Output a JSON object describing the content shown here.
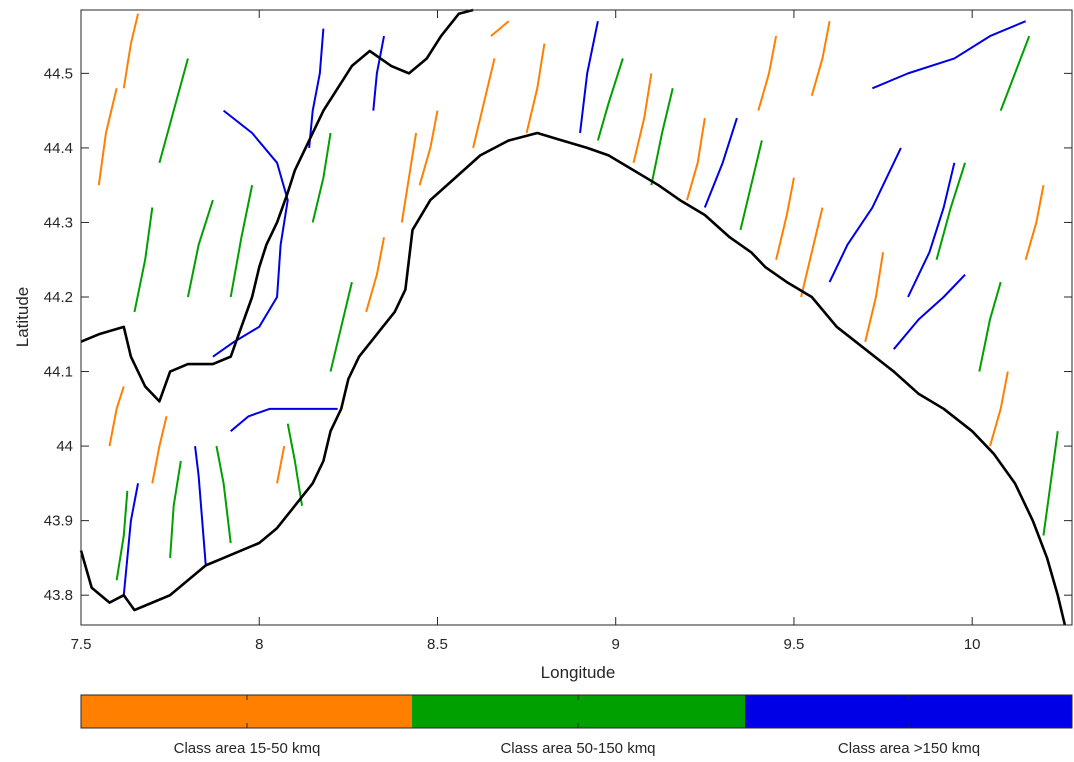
{
  "axes": {
    "xlabel": "Longitude",
    "ylabel": "Latitude",
    "xlim": [
      7.5,
      10.28
    ],
    "ylim": [
      43.76,
      44.585
    ],
    "xticks": [
      7.5,
      8,
      8.5,
      9,
      9.5,
      10
    ],
    "yticks": [
      43.8,
      43.9,
      44,
      44.1,
      44.2,
      44.3,
      44.4,
      44.5
    ],
    "xtick_labels": [
      "7.5",
      "8",
      "8.5",
      "9",
      "9.5",
      "10"
    ],
    "ytick_labels": [
      "43.8",
      "43.9",
      "44",
      "44.1",
      "44.2",
      "44.3",
      "44.4",
      "44.5"
    ],
    "grid": false
  },
  "colors": {
    "class_15_50": "#ff8000",
    "class_50_150": "#00a000",
    "class_gt150": "#0000e6",
    "boundary": "#000000"
  },
  "legend": {
    "placement": "bottom colorbar",
    "items": [
      {
        "label": "Class area 15-50 kmq",
        "color": "#ff8000"
      },
      {
        "label": "Class area 50-150 kmq",
        "color": "#00a000"
      },
      {
        "label": "Class area >150 kmq",
        "color": "#0000e6"
      }
    ]
  },
  "map_data": {
    "coastline": [
      [
        7.5,
        43.86
      ],
      [
        7.53,
        43.81
      ],
      [
        7.58,
        43.79
      ],
      [
        7.62,
        43.8
      ],
      [
        7.65,
        43.78
      ],
      [
        7.7,
        43.79
      ],
      [
        7.75,
        43.8
      ],
      [
        7.8,
        43.82
      ],
      [
        7.85,
        43.84
      ],
      [
        7.9,
        43.85
      ],
      [
        7.95,
        43.86
      ],
      [
        8.0,
        43.87
      ],
      [
        8.05,
        43.89
      ],
      [
        8.1,
        43.92
      ],
      [
        8.15,
        43.95
      ],
      [
        8.18,
        43.98
      ],
      [
        8.2,
        44.02
      ],
      [
        8.23,
        44.05
      ],
      [
        8.25,
        44.09
      ],
      [
        8.28,
        44.12
      ],
      [
        8.33,
        44.15
      ],
      [
        8.38,
        44.18
      ],
      [
        8.41,
        44.21
      ],
      [
        8.42,
        44.25
      ],
      [
        8.43,
        44.29
      ],
      [
        8.48,
        44.33
      ],
      [
        8.55,
        44.36
      ],
      [
        8.62,
        44.39
      ],
      [
        8.7,
        44.41
      ],
      [
        8.78,
        44.42
      ],
      [
        8.85,
        44.41
      ],
      [
        8.92,
        44.4
      ],
      [
        8.98,
        44.39
      ],
      [
        9.05,
        44.37
      ],
      [
        9.12,
        44.35
      ],
      [
        9.18,
        44.33
      ],
      [
        9.25,
        44.31
      ],
      [
        9.32,
        44.28
      ],
      [
        9.38,
        44.26
      ],
      [
        9.42,
        44.24
      ],
      [
        9.48,
        44.22
      ],
      [
        9.55,
        44.2
      ],
      [
        9.62,
        44.16
      ],
      [
        9.7,
        44.13
      ],
      [
        9.78,
        44.1
      ],
      [
        9.85,
        44.07
      ],
      [
        9.92,
        44.05
      ],
      [
        10.0,
        44.02
      ],
      [
        10.06,
        43.99
      ],
      [
        10.12,
        43.95
      ],
      [
        10.17,
        43.9
      ],
      [
        10.21,
        43.85
      ],
      [
        10.24,
        43.8
      ],
      [
        10.26,
        43.76
      ]
    ],
    "border": [
      [
        7.5,
        44.14
      ],
      [
        7.55,
        44.15
      ],
      [
        7.62,
        44.16
      ],
      [
        7.64,
        44.12
      ],
      [
        7.68,
        44.08
      ],
      [
        7.72,
        44.06
      ],
      [
        7.75,
        44.1
      ],
      [
        7.8,
        44.11
      ],
      [
        7.87,
        44.11
      ],
      [
        7.92,
        44.12
      ],
      [
        7.95,
        44.16
      ],
      [
        7.98,
        44.2
      ],
      [
        8.0,
        44.24
      ],
      [
        8.02,
        44.27
      ],
      [
        8.05,
        44.3
      ],
      [
        8.08,
        44.34
      ],
      [
        8.1,
        44.37
      ],
      [
        8.13,
        44.4
      ],
      [
        8.15,
        44.42
      ],
      [
        8.18,
        44.45
      ],
      [
        8.22,
        44.48
      ],
      [
        8.26,
        44.51
      ],
      [
        8.31,
        44.53
      ],
      [
        8.37,
        44.51
      ],
      [
        8.42,
        44.5
      ],
      [
        8.47,
        44.52
      ],
      [
        8.51,
        44.55
      ],
      [
        8.56,
        44.58
      ],
      [
        8.6,
        44.585
      ]
    ],
    "rivers": [
      {
        "class": "class_gt150",
        "points": [
          [
            7.62,
            43.8
          ],
          [
            7.63,
            43.85
          ],
          [
            7.64,
            43.9
          ],
          [
            7.66,
            43.95
          ]
        ]
      },
      {
        "class": "class_gt150",
        "points": [
          [
            7.85,
            43.84
          ],
          [
            7.84,
            43.9
          ],
          [
            7.83,
            43.96
          ],
          [
            7.82,
            44.0
          ]
        ]
      },
      {
        "class": "class_gt150",
        "points": [
          [
            7.92,
            44.02
          ],
          [
            7.97,
            44.04
          ],
          [
            8.03,
            44.05
          ],
          [
            8.1,
            44.05
          ],
          [
            8.16,
            44.05
          ],
          [
            8.22,
            44.05
          ]
        ]
      },
      {
        "class": "class_gt150",
        "points": [
          [
            7.87,
            44.12
          ],
          [
            7.93,
            44.14
          ],
          [
            8.0,
            44.16
          ],
          [
            8.05,
            44.2
          ],
          [
            8.06,
            44.27
          ],
          [
            8.08,
            44.33
          ],
          [
            8.05,
            44.38
          ],
          [
            7.98,
            44.42
          ],
          [
            7.9,
            44.45
          ]
        ]
      },
      {
        "class": "class_gt150",
        "points": [
          [
            8.14,
            44.4
          ],
          [
            8.15,
            44.45
          ],
          [
            8.17,
            44.5
          ],
          [
            8.18,
            44.56
          ]
        ]
      },
      {
        "class": "class_gt150",
        "points": [
          [
            8.32,
            44.45
          ],
          [
            8.33,
            44.5
          ],
          [
            8.35,
            44.55
          ]
        ]
      },
      {
        "class": "class_gt150",
        "points": [
          [
            8.9,
            44.42
          ],
          [
            8.92,
            44.5
          ],
          [
            8.95,
            44.57
          ]
        ]
      },
      {
        "class": "class_gt150",
        "points": [
          [
            9.25,
            44.32
          ],
          [
            9.3,
            44.38
          ],
          [
            9.34,
            44.44
          ]
        ]
      },
      {
        "class": "class_gt150",
        "points": [
          [
            9.6,
            44.22
          ],
          [
            9.65,
            44.27
          ],
          [
            9.72,
            44.32
          ],
          [
            9.8,
            44.4
          ]
        ]
      },
      {
        "class": "class_gt150",
        "points": [
          [
            9.82,
            44.2
          ],
          [
            9.88,
            44.26
          ],
          [
            9.92,
            44.32
          ],
          [
            9.95,
            44.38
          ]
        ]
      },
      {
        "class": "class_gt150",
        "points": [
          [
            9.78,
            44.13
          ],
          [
            9.85,
            44.17
          ],
          [
            9.92,
            44.2
          ],
          [
            9.98,
            44.23
          ]
        ]
      },
      {
        "class": "class_gt150",
        "points": [
          [
            9.72,
            44.48
          ],
          [
            9.82,
            44.5
          ],
          [
            9.95,
            44.52
          ],
          [
            10.05,
            44.55
          ],
          [
            10.15,
            44.57
          ]
        ]
      },
      {
        "class": "class_50_150",
        "points": [
          [
            7.6,
            43.82
          ],
          [
            7.62,
            43.88
          ],
          [
            7.63,
            43.94
          ]
        ]
      },
      {
        "class": "class_50_150",
        "points": [
          [
            7.75,
            43.85
          ],
          [
            7.76,
            43.92
          ],
          [
            7.78,
            43.98
          ]
        ]
      },
      {
        "class": "class_50_150",
        "points": [
          [
            7.92,
            43.87
          ],
          [
            7.9,
            43.95
          ],
          [
            7.88,
            44.0
          ]
        ]
      },
      {
        "class": "class_50_150",
        "points": [
          [
            8.12,
            43.92
          ],
          [
            8.1,
            43.98
          ],
          [
            8.08,
            44.03
          ]
        ]
      },
      {
        "class": "class_50_150",
        "points": [
          [
            7.65,
            44.18
          ],
          [
            7.68,
            44.25
          ],
          [
            7.7,
            44.32
          ]
        ]
      },
      {
        "class": "class_50_150",
        "points": [
          [
            7.8,
            44.2
          ],
          [
            7.83,
            44.27
          ],
          [
            7.87,
            44.33
          ]
        ]
      },
      {
        "class": "class_50_150",
        "points": [
          [
            7.92,
            44.2
          ],
          [
            7.95,
            44.28
          ],
          [
            7.98,
            44.35
          ]
        ]
      },
      {
        "class": "class_50_150",
        "points": [
          [
            7.72,
            44.38
          ],
          [
            7.76,
            44.45
          ],
          [
            7.8,
            44.52
          ]
        ]
      },
      {
        "class": "class_50_150",
        "points": [
          [
            8.2,
            44.1
          ],
          [
            8.23,
            44.16
          ],
          [
            8.26,
            44.22
          ]
        ]
      },
      {
        "class": "class_50_150",
        "points": [
          [
            8.15,
            44.3
          ],
          [
            8.18,
            44.36
          ],
          [
            8.2,
            44.42
          ]
        ]
      },
      {
        "class": "class_50_150",
        "points": [
          [
            8.95,
            44.41
          ],
          [
            8.98,
            44.46
          ],
          [
            9.02,
            44.52
          ]
        ]
      },
      {
        "class": "class_50_150",
        "points": [
          [
            9.1,
            44.35
          ],
          [
            9.13,
            44.42
          ],
          [
            9.16,
            44.48
          ]
        ]
      },
      {
        "class": "class_50_150",
        "points": [
          [
            9.35,
            44.29
          ],
          [
            9.38,
            44.35
          ],
          [
            9.41,
            44.41
          ]
        ]
      },
      {
        "class": "class_50_150",
        "points": [
          [
            9.9,
            44.25
          ],
          [
            9.94,
            44.32
          ],
          [
            9.98,
            44.38
          ]
        ]
      },
      {
        "class": "class_50_150",
        "points": [
          [
            10.02,
            44.1
          ],
          [
            10.05,
            44.17
          ],
          [
            10.08,
            44.22
          ]
        ]
      },
      {
        "class": "class_50_150",
        "points": [
          [
            10.08,
            44.45
          ],
          [
            10.12,
            44.5
          ],
          [
            10.16,
            44.55
          ]
        ]
      },
      {
        "class": "class_50_150",
        "points": [
          [
            10.2,
            43.88
          ],
          [
            10.22,
            43.95
          ],
          [
            10.24,
            44.02
          ]
        ]
      },
      {
        "class": "class_15_50",
        "points": [
          [
            7.58,
            44.0
          ],
          [
            7.6,
            44.05
          ],
          [
            7.62,
            44.08
          ]
        ]
      },
      {
        "class": "class_15_50",
        "points": [
          [
            7.7,
            43.95
          ],
          [
            7.72,
            44.0
          ],
          [
            7.74,
            44.04
          ]
        ]
      },
      {
        "class": "class_15_50",
        "points": [
          [
            8.05,
            43.95
          ],
          [
            8.07,
            44.0
          ]
        ]
      },
      {
        "class": "class_15_50",
        "points": [
          [
            8.3,
            44.18
          ],
          [
            8.33,
            44.23
          ],
          [
            8.35,
            44.28
          ]
        ]
      },
      {
        "class": "class_15_50",
        "points": [
          [
            8.45,
            44.35
          ],
          [
            8.48,
            44.4
          ],
          [
            8.5,
            44.45
          ]
        ]
      },
      {
        "class": "class_15_50",
        "points": [
          [
            8.6,
            44.4
          ],
          [
            8.63,
            44.46
          ],
          [
            8.66,
            44.52
          ]
        ]
      },
      {
        "class": "class_15_50",
        "points": [
          [
            8.75,
            44.42
          ],
          [
            8.78,
            44.48
          ],
          [
            8.8,
            44.54
          ]
        ]
      },
      {
        "class": "class_15_50",
        "points": [
          [
            9.05,
            44.38
          ],
          [
            9.08,
            44.44
          ],
          [
            9.1,
            44.5
          ]
        ]
      },
      {
        "class": "class_15_50",
        "points": [
          [
            9.2,
            44.33
          ],
          [
            9.23,
            44.38
          ],
          [
            9.25,
            44.44
          ]
        ]
      },
      {
        "class": "class_15_50",
        "points": [
          [
            9.45,
            44.25
          ],
          [
            9.48,
            44.31
          ],
          [
            9.5,
            44.36
          ]
        ]
      },
      {
        "class": "class_15_50",
        "points": [
          [
            9.52,
            44.2
          ],
          [
            9.55,
            44.26
          ],
          [
            9.58,
            44.32
          ]
        ]
      },
      {
        "class": "class_15_50",
        "points": [
          [
            9.7,
            44.14
          ],
          [
            9.73,
            44.2
          ],
          [
            9.75,
            44.26
          ]
        ]
      },
      {
        "class": "class_15_50",
        "points": [
          [
            10.05,
            44.0
          ],
          [
            10.08,
            44.05
          ],
          [
            10.1,
            44.1
          ]
        ]
      },
      {
        "class": "class_15_50",
        "points": [
          [
            10.15,
            44.25
          ],
          [
            10.18,
            44.3
          ],
          [
            10.2,
            44.35
          ]
        ]
      },
      {
        "class": "class_15_50",
        "points": [
          [
            7.55,
            44.35
          ],
          [
            7.57,
            44.42
          ],
          [
            7.6,
            44.48
          ]
        ]
      },
      {
        "class": "class_15_50",
        "points": [
          [
            7.62,
            44.48
          ],
          [
            7.64,
            44.54
          ],
          [
            7.66,
            44.58
          ]
        ]
      },
      {
        "class": "class_15_50",
        "points": [
          [
            8.4,
            44.3
          ],
          [
            8.42,
            44.36
          ],
          [
            8.44,
            44.42
          ]
        ]
      },
      {
        "class": "class_15_50",
        "points": [
          [
            8.65,
            44.55
          ],
          [
            8.7,
            44.57
          ]
        ]
      },
      {
        "class": "class_15_50",
        "points": [
          [
            9.4,
            44.45
          ],
          [
            9.43,
            44.5
          ],
          [
            9.45,
            44.55
          ]
        ]
      },
      {
        "class": "class_15_50",
        "points": [
          [
            9.55,
            44.47
          ],
          [
            9.58,
            44.52
          ],
          [
            9.6,
            44.57
          ]
        ]
      }
    ]
  }
}
